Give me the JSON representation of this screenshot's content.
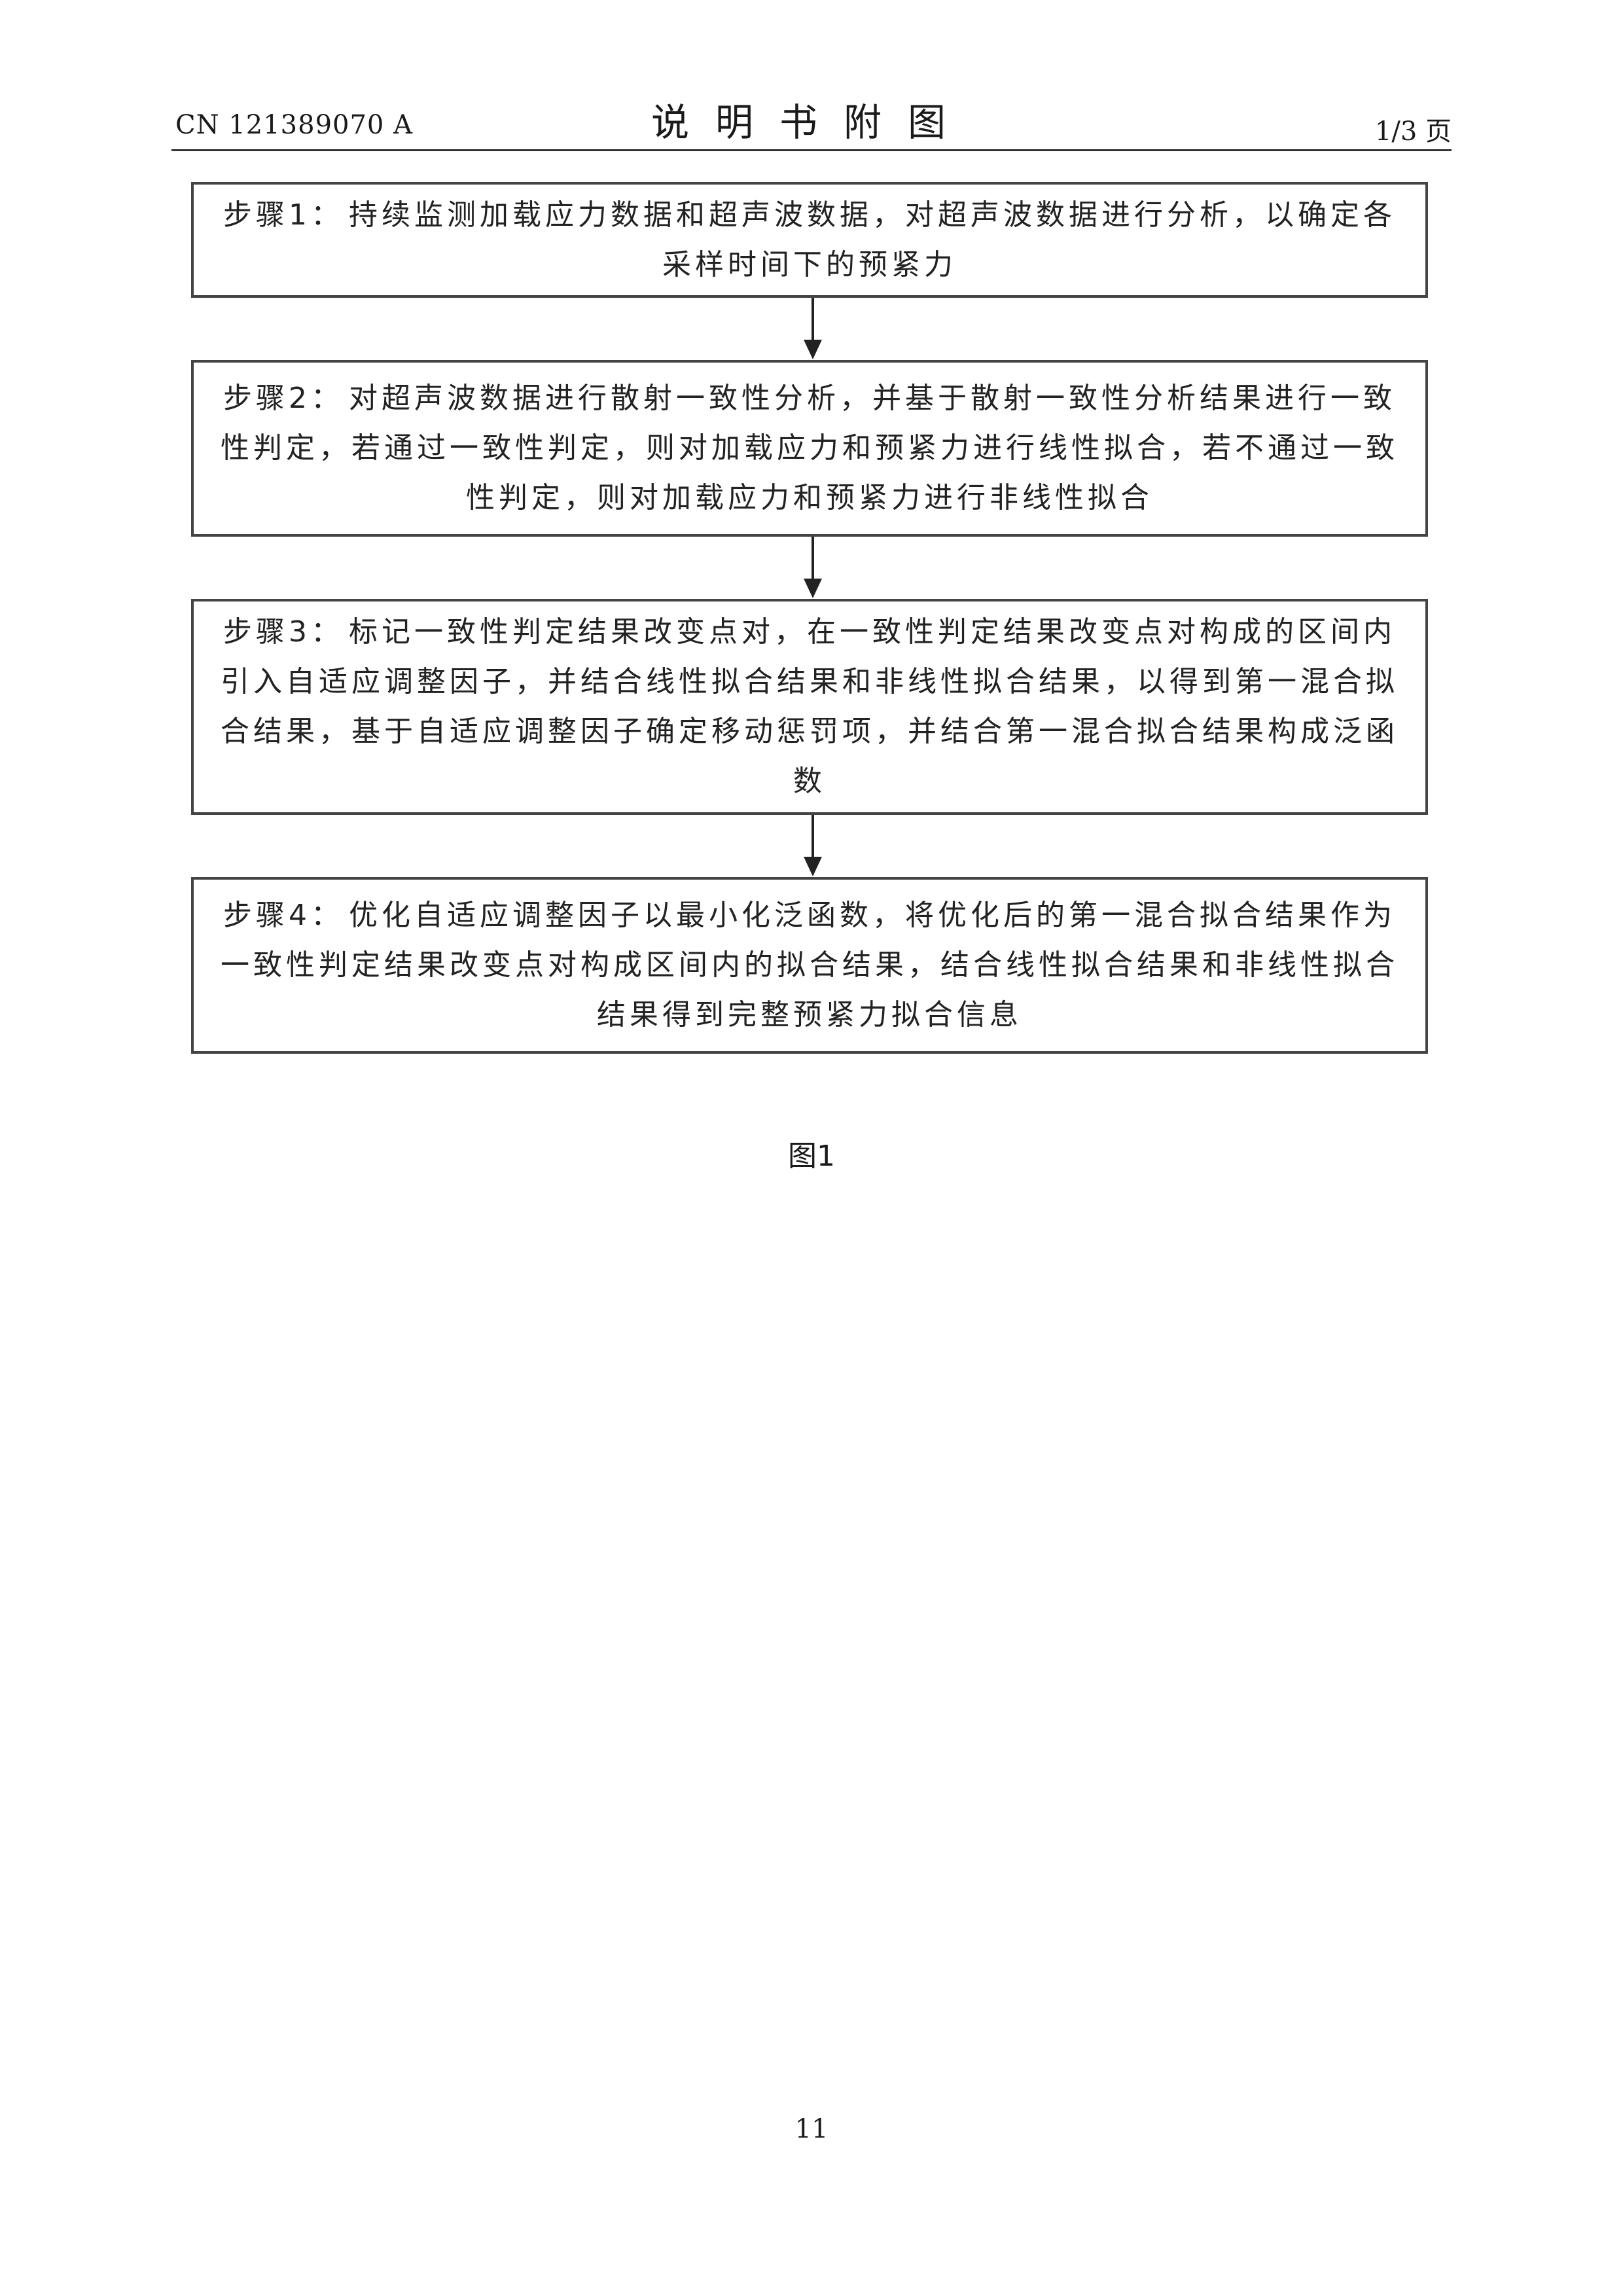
{
  "header": {
    "publication_number": "CN 121389070 A",
    "title": "说明书附图",
    "page_indicator": "1/3 页"
  },
  "flowchart": {
    "steps": [
      {
        "label": "步骤1：",
        "text": "持续监测加载应力数据和超声波数据，对超声波数据进行分析，以确定各采样时间下的预紧力"
      },
      {
        "label": "步骤2：",
        "text": "对超声波数据进行散射一致性分析，并基于散射一致性分析结果进行一致性判定，若通过一致性判定，则对加载应力和预紧力进行线性拟合，若不通过一致性判定，则对加载应力和预紧力进行非线性拟合"
      },
      {
        "label": "步骤3：",
        "text": "标记一致性判定结果改变点对，在一致性判定结果改变点对构成的区间内引入自适应调整因子，并结合线性拟合结果和非线性拟合结果，以得到第一混合拟合结果，基于自适应调整因子确定移动惩罚项，并结合第一混合拟合结果构成泛函数"
      },
      {
        "label": "步骤4：",
        "text": "优化自适应调整因子以最小化泛函数，将优化后的第一混合拟合结果作为一致性判定结果改变点对构成区间内的拟合结果，结合线性拟合结果和非线性拟合结果得到完整预紧力拟合信息"
      }
    ]
  },
  "figure_caption": "图1",
  "page_number": "11"
}
